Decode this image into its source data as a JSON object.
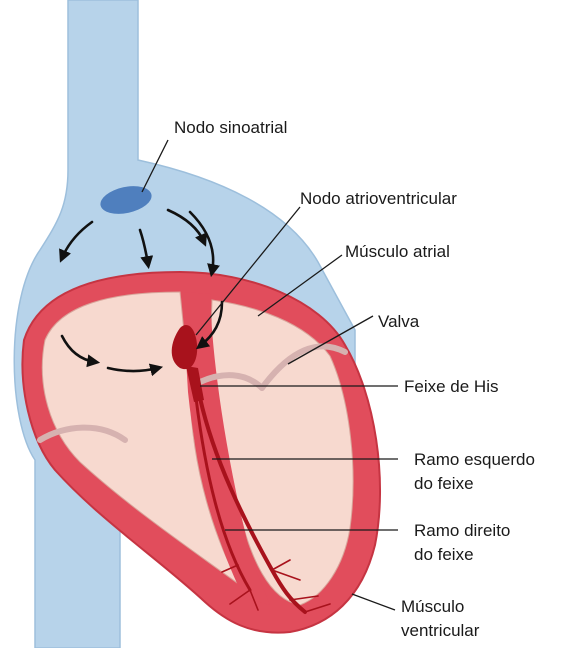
{
  "labels": {
    "sinoatrial_node": "Nodo sinoatrial",
    "atrioventricular_node": "Nodo atrioventricular",
    "atrial_muscle": "Músculo atrial",
    "valve": "Valva",
    "bundle_of_his": "Feixe de His",
    "left_bundle_branch_line1": "Ramo esquerdo",
    "left_bundle_branch_line2": "do feixe",
    "right_bundle_branch_line1": "Ramo direito",
    "right_bundle_branch_line2": "do feixe",
    "ventricular_muscle_line1": "Músculo",
    "ventricular_muscle_line2": "ventricular"
  },
  "colors": {
    "vessel_blue": "#b7d3ea",
    "node_blue": "#4f7fbe",
    "muscle_red": "#e14d5c",
    "chamber_pink": "#f7d9cf",
    "dark_red": "#a8121c"
  }
}
